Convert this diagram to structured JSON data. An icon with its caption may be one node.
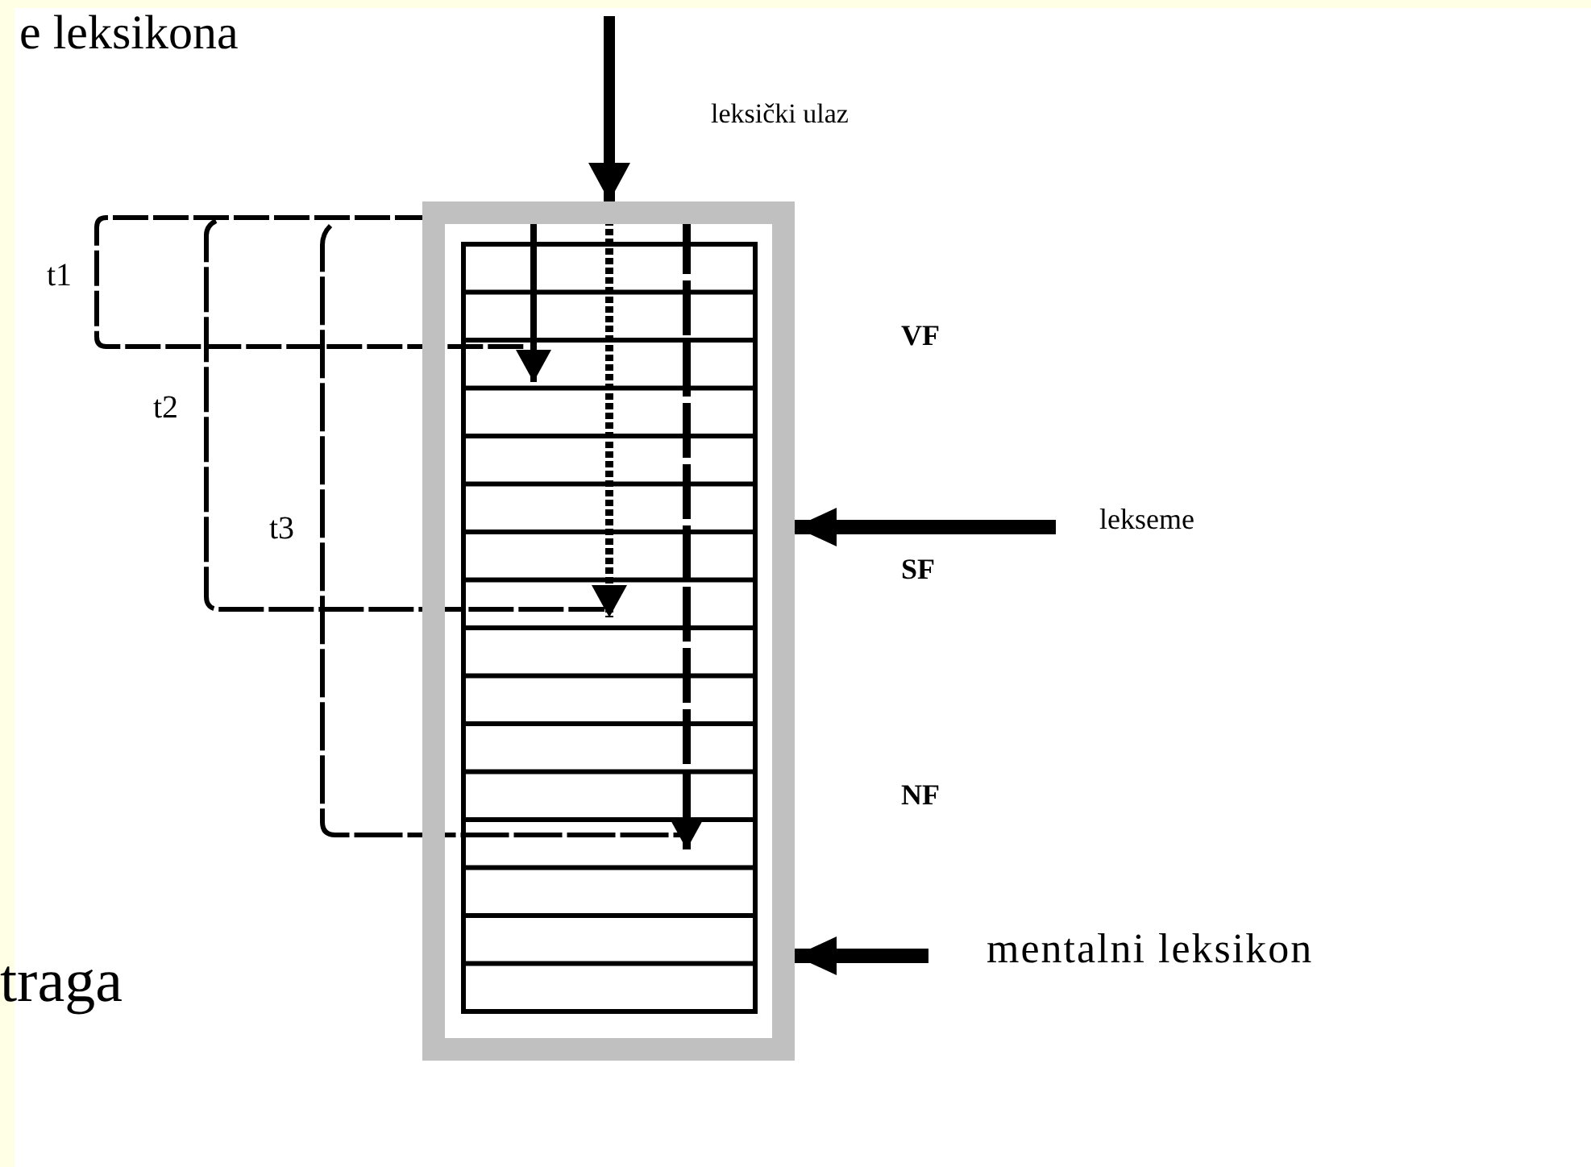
{
  "diagram": {
    "nodes": [
      {
        "text": [],
        "shape": "box"
      },
      {
        "text": [
          "lekseme"
        ]
      },
      {
        "text": [
          "mentalni leksikon"
        ]
      }
    ],
    "edges": [
      {
        "from": null,
        "to": 0,
        "arrow": "to"
      },
      {
        "from": 1,
        "to": 0,
        "arrow": "to"
      },
      {
        "from": 2,
        "to": 0,
        "arrow": "to"
      }
    ],
    "labels": [
      "e leksikona",
      "leksički ulaz",
      "t1",
      "VF",
      "t2",
      "t3",
      "SF",
      "NF",
      "traga"
    ]
  }
}
